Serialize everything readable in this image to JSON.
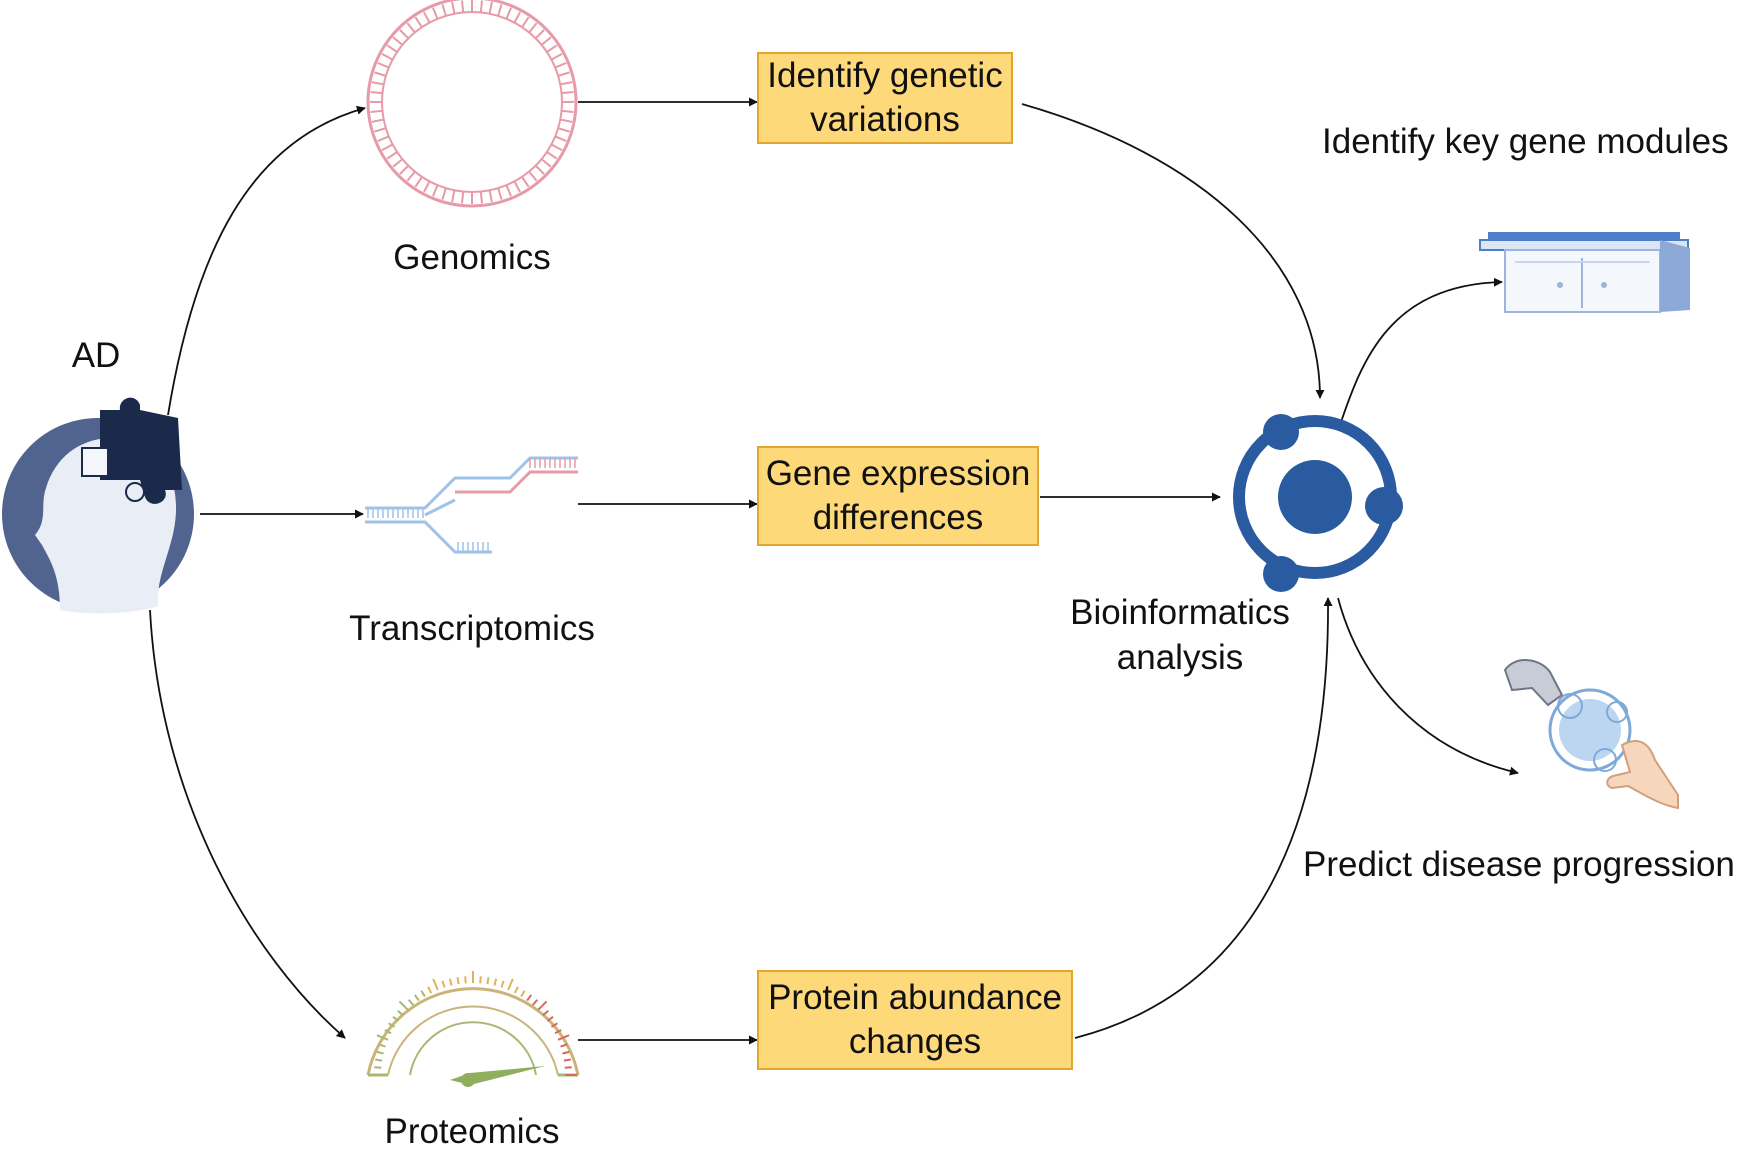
{
  "source_node": {
    "label": "AD"
  },
  "omics": [
    {
      "id": "genomics",
      "label": "Genomics",
      "icon": "dna-ring-icon"
    },
    {
      "id": "transcriptomics",
      "label": "Transcriptomics",
      "icon": "dna-replication-fork-icon"
    },
    {
      "id": "proteomics",
      "label": "Proteomics",
      "icon": "gauge-meter-icon"
    }
  ],
  "findings": [
    {
      "id": "genetic",
      "label": "Identify genetic\nvariations"
    },
    {
      "id": "expression",
      "label": "Gene expression\ndifferences"
    },
    {
      "id": "protein",
      "label": "Protein abundance\nchanges"
    }
  ],
  "hub": {
    "label": "Bioinformatics\nanalysis",
    "icon": "network-hub-icon"
  },
  "outcomes": [
    {
      "id": "modules",
      "label": "Identify key gene modules",
      "icon": "lab-bench-icon"
    },
    {
      "id": "progression",
      "label": "Predict disease progression",
      "icon": "robot-hand-touch-icon"
    }
  ],
  "colors": {
    "box_fill": "#fdd97a",
    "box_border": "#e2a630",
    "hub_blue": "#2a5aa0",
    "head_blue": "#51638f",
    "dna_pink": "#e79aa8",
    "dna_blue": "#9fc3e8"
  }
}
